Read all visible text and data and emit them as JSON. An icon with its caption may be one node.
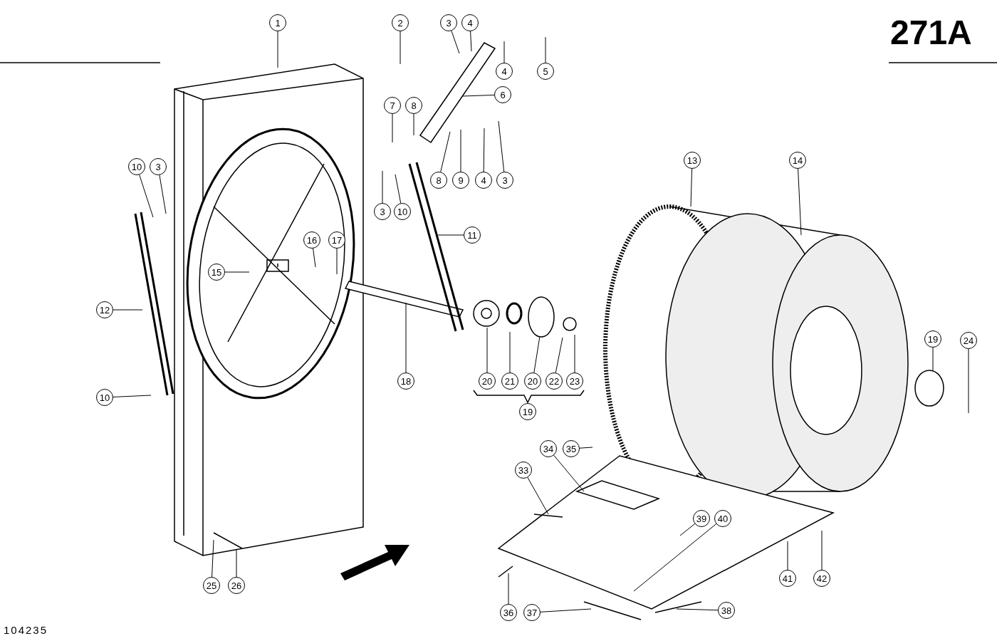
{
  "diagram": {
    "nodes": [
      {
        "text": [
          "1"
        ]
      },
      {
        "text": [
          "2"
        ]
      },
      {
        "text": [
          "3"
        ]
      },
      {
        "text": [
          "4"
        ]
      },
      {
        "text": [
          "4"
        ]
      },
      {
        "text": [
          "5"
        ]
      },
      {
        "text": [
          "6"
        ]
      },
      {
        "text": [
          "7"
        ]
      },
      {
        "text": [
          "8"
        ]
      },
      {
        "text": [
          "8"
        ]
      },
      {
        "text": [
          "9"
        ]
      },
      {
        "text": [
          "4"
        ]
      },
      {
        "text": [
          "3"
        ]
      },
      {
        "text": [
          "10"
        ]
      },
      {
        "text": [
          "3"
        ]
      },
      {
        "text": [
          "3"
        ]
      },
      {
        "text": [
          "10"
        ]
      },
      {
        "text": [
          "11"
        ]
      },
      {
        "text": [
          "12"
        ]
      },
      {
        "text": [
          "15"
        ]
      },
      {
        "text": [
          "16"
        ]
      },
      {
        "text": [
          "17"
        ]
      },
      {
        "text": [
          "18"
        ]
      },
      {
        "text": [
          "20"
        ]
      },
      {
        "text": [
          "21"
        ]
      },
      {
        "text": [
          "20"
        ]
      },
      {
        "text": [
          "22"
        ]
      },
      {
        "text": [
          "23"
        ]
      },
      {
        "text": [
          "13"
        ]
      },
      {
        "text": [
          "14"
        ]
      },
      {
        "text": [
          "19"
        ]
      },
      {
        "text": [
          "24"
        ]
      },
      {
        "text": [
          "10"
        ]
      },
      {
        "text": [
          "25"
        ]
      },
      {
        "text": [
          "26"
        ]
      },
      {
        "text": [
          "33"
        ]
      },
      {
        "text": [
          "34"
        ]
      },
      {
        "text": [
          "35"
        ]
      },
      {
        "text": [
          "39"
        ]
      },
      {
        "text": [
          "40"
        ]
      },
      {
        "text": [
          "41"
        ]
      },
      {
        "text": [
          "42"
        ]
      },
      {
        "text": [
          "36"
        ]
      },
      {
        "text": [
          "37"
        ]
      },
      {
        "text": [
          "38"
        ]
      },
      {
        "text": [
          "19"
        ]
      }
    ],
    "edges": [
      {
        "from": 0,
        "to": null,
        "arrow": "none"
      },
      {
        "from": 1,
        "to": null,
        "arrow": "none"
      },
      {
        "from": 2,
        "to": null,
        "arrow": "none"
      },
      {
        "from": 3,
        "to": null,
        "arrow": "none"
      },
      {
        "from": 4,
        "to": null,
        "arrow": "none"
      },
      {
        "from": 5,
        "to": null,
        "arrow": "none"
      },
      {
        "from": 6,
        "to": null,
        "arrow": "none"
      },
      {
        "from": 7,
        "to": null,
        "arrow": "none"
      },
      {
        "from": 8,
        "to": null,
        "arrow": "none"
      },
      {
        "from": 9,
        "to": null,
        "arrow": "none"
      },
      {
        "from": 10,
        "to": null,
        "arrow": "none"
      },
      {
        "from": 11,
        "to": null,
        "arrow": "none"
      },
      {
        "from": 12,
        "to": null,
        "arrow": "none"
      },
      {
        "from": 13,
        "to": null,
        "arrow": "none"
      },
      {
        "from": 14,
        "to": null,
        "arrow": "none"
      },
      {
        "from": 15,
        "to": null,
        "arrow": "none"
      },
      {
        "from": 16,
        "to": null,
        "arrow": "none"
      },
      {
        "from": 17,
        "to": null,
        "arrow": "none"
      },
      {
        "from": 18,
        "to": null,
        "arrow": "none"
      },
      {
        "from": 19,
        "to": null,
        "arrow": "none"
      },
      {
        "from": 20,
        "to": null,
        "arrow": "none"
      },
      {
        "from": 21,
        "to": null,
        "arrow": "none"
      },
      {
        "from": 22,
        "to": null,
        "arrow": "none"
      },
      {
        "from": 23,
        "to": null,
        "arrow": "none"
      },
      {
        "from": 24,
        "to": null,
        "arrow": "none"
      },
      {
        "from": 25,
        "to": null,
        "arrow": "none"
      },
      {
        "from": 26,
        "to": null,
        "arrow": "none"
      },
      {
        "from": 27,
        "to": null,
        "arrow": "none"
      },
      {
        "from": 28,
        "to": null,
        "arrow": "none"
      },
      {
        "from": 29,
        "to": null,
        "arrow": "none"
      },
      {
        "from": 30,
        "to": null,
        "arrow": "none"
      },
      {
        "from": 31,
        "to": null,
        "arrow": "none"
      },
      {
        "from": 32,
        "to": null,
        "arrow": "none"
      },
      {
        "from": 33,
        "to": null,
        "arrow": "none"
      },
      {
        "from": 34,
        "to": null,
        "arrow": "none"
      },
      {
        "from": 35,
        "to": null,
        "arrow": "none"
      },
      {
        "from": 36,
        "to": null,
        "arrow": "none"
      },
      {
        "from": 37,
        "to": null,
        "arrow": "none"
      },
      {
        "from": 38,
        "to": null,
        "arrow": "none"
      },
      {
        "from": 39,
        "to": null,
        "arrow": "none"
      },
      {
        "from": 40,
        "to": null,
        "arrow": "none"
      },
      {
        "from": 41,
        "to": null,
        "arrow": "none"
      },
      {
        "from": 42,
        "to": null,
        "arrow": "none"
      },
      {
        "from": 43,
        "to": null,
        "arrow": "none"
      },
      {
        "from": 44,
        "to": null,
        "arrow": "none"
      }
    ],
    "labels": [
      "271A",
      "104235"
    ]
  }
}
